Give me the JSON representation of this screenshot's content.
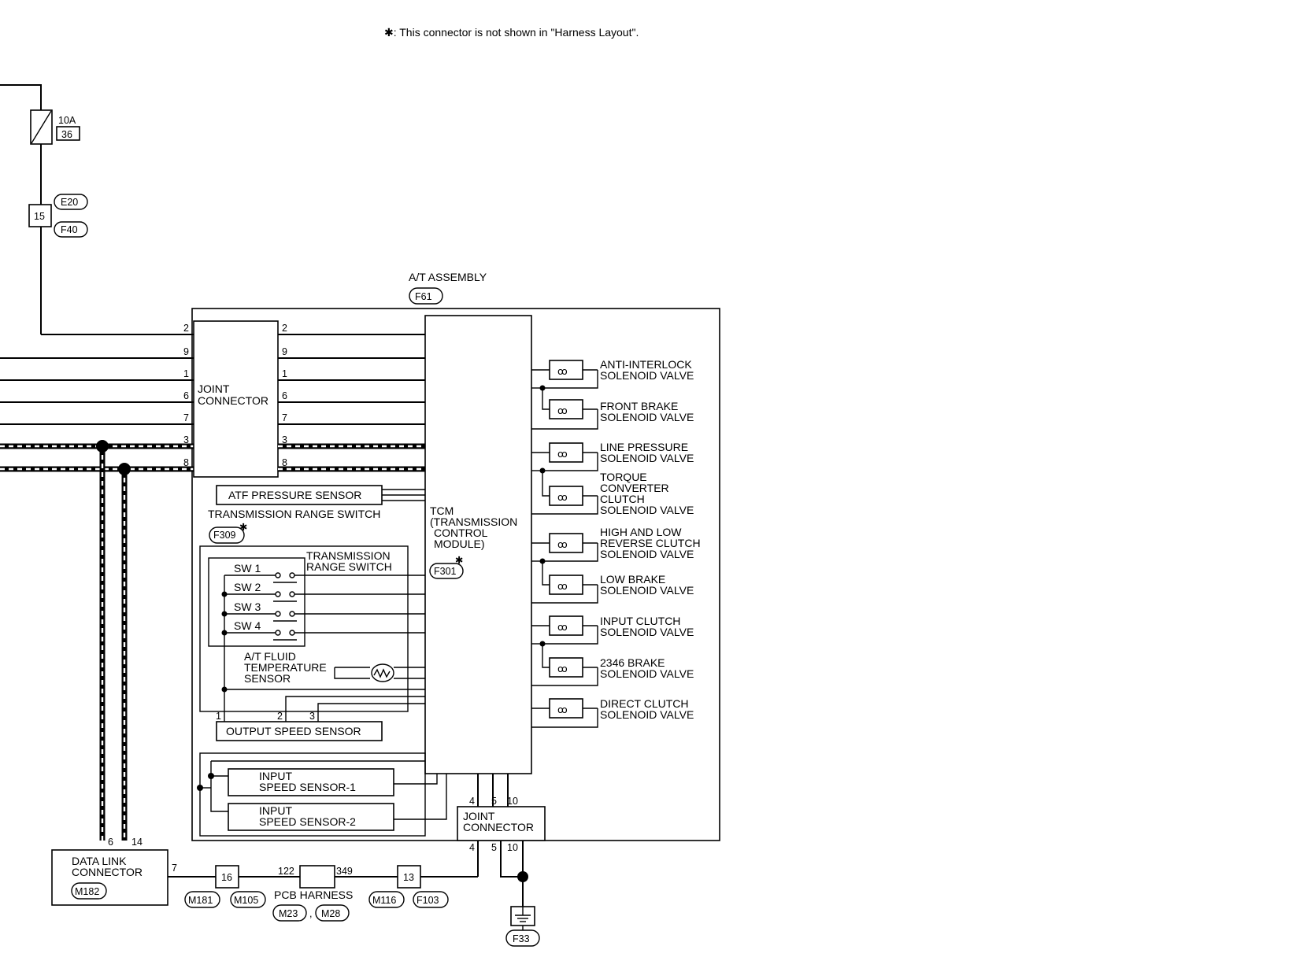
{
  "note": "✱: This connector is not shown in \"Harness Layout\".",
  "fuse": {
    "rating": "10A",
    "number": "36"
  },
  "junction15": {
    "pin": "15",
    "connectors": [
      "E20",
      "F40"
    ]
  },
  "at_assembly": {
    "title": "A/T ASSEMBLY",
    "connector": "F61"
  },
  "joint_connector_left": {
    "label_line1": "JOINT",
    "label_line2": "CONNECTOR",
    "pins": [
      "2",
      "9",
      "1",
      "6",
      "7",
      "3",
      "8"
    ]
  },
  "tcm": {
    "line1": "TCM",
    "line2": "(TRANSMISSION",
    "line3": "CONTROL",
    "line4": "MODULE)",
    "connector": "F301",
    "star": "✱"
  },
  "atf_pressure_sensor": "ATF PRESSURE SENSOR",
  "trs_outer": {
    "label": "TRANSMISSION RANGE SWITCH",
    "connector": "F309",
    "star": "✱"
  },
  "trs_inner": {
    "line1": "TRANSMISSION",
    "line2": "RANGE SWITCH",
    "switches": [
      "SW 1",
      "SW 2",
      "SW 3",
      "SW 4"
    ]
  },
  "fluid_temp": {
    "line1": "A/T FLUID",
    "line2": "TEMPERATURE",
    "line3": "SENSOR"
  },
  "output_speed_sensor": {
    "label": "OUTPUT SPEED SENSOR",
    "pins": [
      "1",
      "2",
      "3"
    ]
  },
  "input_speed_1": {
    "line1": "INPUT",
    "line2": "SPEED SENSOR-1"
  },
  "input_speed_2": {
    "line1": "INPUT",
    "line2": "SPEED SENSOR-2"
  },
  "solenoids": [
    {
      "line1": "ANTI-INTERLOCK",
      "line2": "SOLENOID VALVE"
    },
    {
      "line1": "FRONT BRAKE",
      "line2": "SOLENOID VALVE"
    },
    {
      "line1": "LINE PRESSURE",
      "line2": "SOLENOID VALVE"
    },
    {
      "line1": "TORQUE",
      "line2": "CONVERTER",
      "line3": "CLUTCH",
      "line4": "SOLENOID VALVE"
    },
    {
      "line1": "HIGH AND LOW",
      "line2": "REVERSE CLUTCH",
      "line3": "SOLENOID VALVE"
    },
    {
      "line1": "LOW BRAKE",
      "line2": "SOLENOID VALVE"
    },
    {
      "line1": "INPUT CLUTCH",
      "line2": "SOLENOID VALVE"
    },
    {
      "line1": "2346 BRAKE",
      "line2": "SOLENOID VALVE"
    },
    {
      "line1": "DIRECT CLUTCH",
      "line2": "SOLENOID VALVE"
    }
  ],
  "joint_connector_bottom": {
    "line1": "JOINT",
    "line2": "CONNECTOR",
    "pins": [
      "4",
      "5",
      "10"
    ]
  },
  "data_link": {
    "line1": "DATA LINK",
    "line2": "CONNECTOR",
    "connector": "M182",
    "pins": [
      "6",
      "14",
      "7"
    ]
  },
  "harness_16": {
    "pin": "16",
    "connectors": [
      "M181",
      "M105"
    ]
  },
  "pcb_harness": {
    "label": "PCB HARNESS",
    "pin_left": "122",
    "pin_right": "349",
    "connectors": [
      "M23",
      "M28"
    ],
    "sep": ","
  },
  "harness_13": {
    "pin": "13",
    "connectors": [
      "M116",
      "F103"
    ]
  },
  "ground": {
    "connector": "F33"
  }
}
